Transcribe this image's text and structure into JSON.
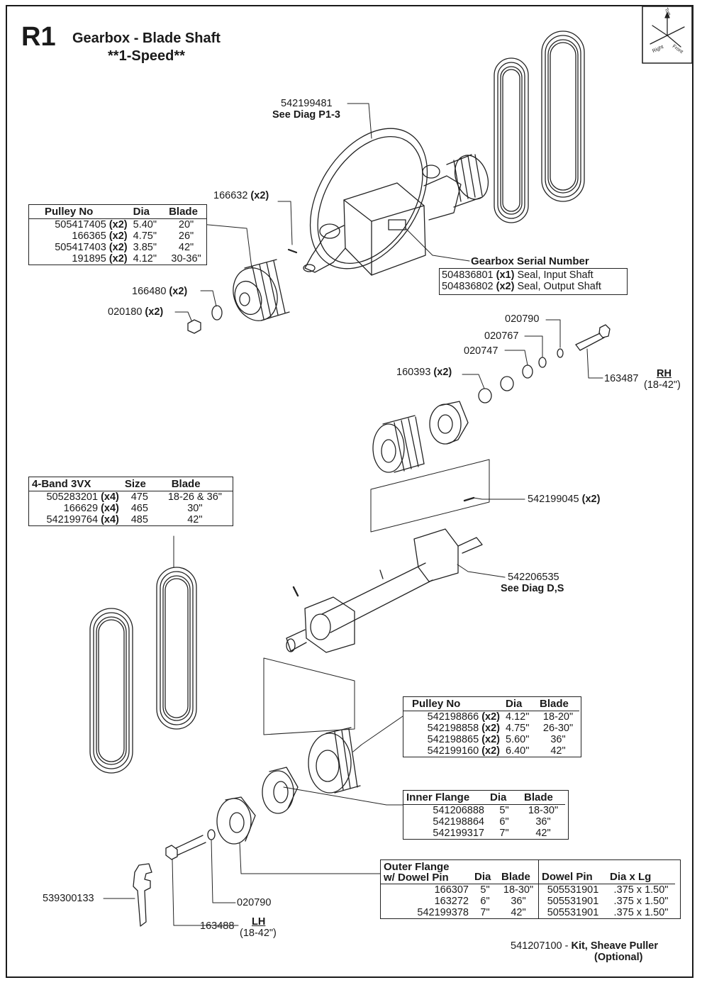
{
  "header": {
    "page_id": "R1",
    "title": "Gearbox - Blade Shaft",
    "subtitle": "**1-Speed**"
  },
  "orientation": {
    "top": "Top",
    "right": "Right",
    "front": "Front"
  },
  "callouts": {
    "gearbox_part": "542199481",
    "gearbox_ref": "See Diag P1-3",
    "key_upper": "166632",
    "key_upper_qty": "(x2)",
    "washer_upper": "166480",
    "washer_upper_qty": "(x2)",
    "nut_upper": "020180",
    "nut_upper_qty": "(x2)",
    "serial_label": "Gearbox Serial Number",
    "seal_input_part": "504836801",
    "seal_input_qty": "(x1)",
    "seal_input_desc": "Seal, Input Shaft",
    "seal_output_part": "504836802",
    "seal_output_qty": "(x2)",
    "seal_output_desc": "Seal, Output Shaft",
    "washer_020790_top": "020790",
    "washer_020767": "020767",
    "washer_020747": "020747",
    "spacer_160393": "160393",
    "spacer_160393_qty": "(x2)",
    "bolt_rh_part": "163487",
    "bolt_rh_side": "RH",
    "bolt_rh_range": "(18-42\")",
    "key_mid": "542199045",
    "key_mid_qty": "(x2)",
    "spindle_part": "542206535",
    "spindle_ref": "See Diag D,S",
    "wrench_part": "539300133",
    "washer_020790_bottom": "020790",
    "bolt_lh_part": "163488",
    "bolt_lh_side": "LH",
    "bolt_lh_range": "(18-42\")",
    "kit_part": "541207100",
    "kit_dash": " - ",
    "kit_desc": "Kit, Sheave Puller",
    "kit_optional": "(Optional)"
  },
  "pulley_table_upper": {
    "headers": [
      "Pulley No",
      "Dia",
      "Blade"
    ],
    "rows": [
      {
        "part": "505417405",
        "qty": "(x2)",
        "dia": "5.40\"",
        "blade": "20\""
      },
      {
        "part": "166365",
        "qty": "(x2)",
        "dia": "4.75\"",
        "blade": "26\""
      },
      {
        "part": "505417403",
        "qty": "(x2)",
        "dia": "3.85\"",
        "blade": "42\""
      },
      {
        "part": "191895",
        "qty": "(x2)",
        "dia": "4.12\"",
        "blade": "30-36\""
      }
    ]
  },
  "belt_table": {
    "headers": [
      "4-Band   3VX",
      "Size",
      "Blade"
    ],
    "rows": [
      {
        "part": "505283201",
        "qty": "(x4)",
        "size": "475",
        "blade": "18-26 & 36\""
      },
      {
        "part": "166629",
        "qty": "(x4)",
        "size": "465",
        "blade": "30\""
      },
      {
        "part": "542199764",
        "qty": "(x4)",
        "size": "485",
        "blade": "42\""
      }
    ]
  },
  "pulley_table_lower": {
    "headers": [
      "Pulley No",
      "Dia",
      "Blade"
    ],
    "rows": [
      {
        "part": "542198866",
        "qty": "(x2)",
        "dia": "4.12\"",
        "blade": "18-20\""
      },
      {
        "part": "542198858",
        "qty": "(x2)",
        "dia": "4.75\"",
        "blade": "26-30\""
      },
      {
        "part": "542198865",
        "qty": "(x2)",
        "dia": "5.60\"",
        "blade": "36\""
      },
      {
        "part": "542199160",
        "qty": "(x2)",
        "dia": "6.40\"",
        "blade": "42\""
      }
    ]
  },
  "inner_flange_table": {
    "headers": [
      "Inner Flange",
      "Dia",
      "Blade"
    ],
    "rows": [
      {
        "part": "541206888",
        "dia": "5\"",
        "blade": "18-30\""
      },
      {
        "part": "542198864",
        "dia": "6\"",
        "blade": "36\""
      },
      {
        "part": "542199317",
        "dia": "7\"",
        "blade": "42\""
      }
    ]
  },
  "outer_flange_table": {
    "header_line1": "Outer Flange",
    "header_line2": "w/ Dowel Pin",
    "headers": [
      "Dia",
      "Blade",
      "Dowel Pin",
      "Dia  x  Lg"
    ],
    "rows": [
      {
        "part": "166307",
        "dia": "5\"",
        "blade": "18-30\"",
        "dowel": "505531901",
        "size": ".375 x 1.50\""
      },
      {
        "part": "163272",
        "dia": "6\"",
        "blade": "36\"",
        "dowel": "505531901",
        "size": ".375 x 1.50\""
      },
      {
        "part": "542199378",
        "dia": "7\"",
        "blade": "42\"",
        "dowel": "505531901",
        "size": ".375 x 1.50\""
      }
    ]
  }
}
